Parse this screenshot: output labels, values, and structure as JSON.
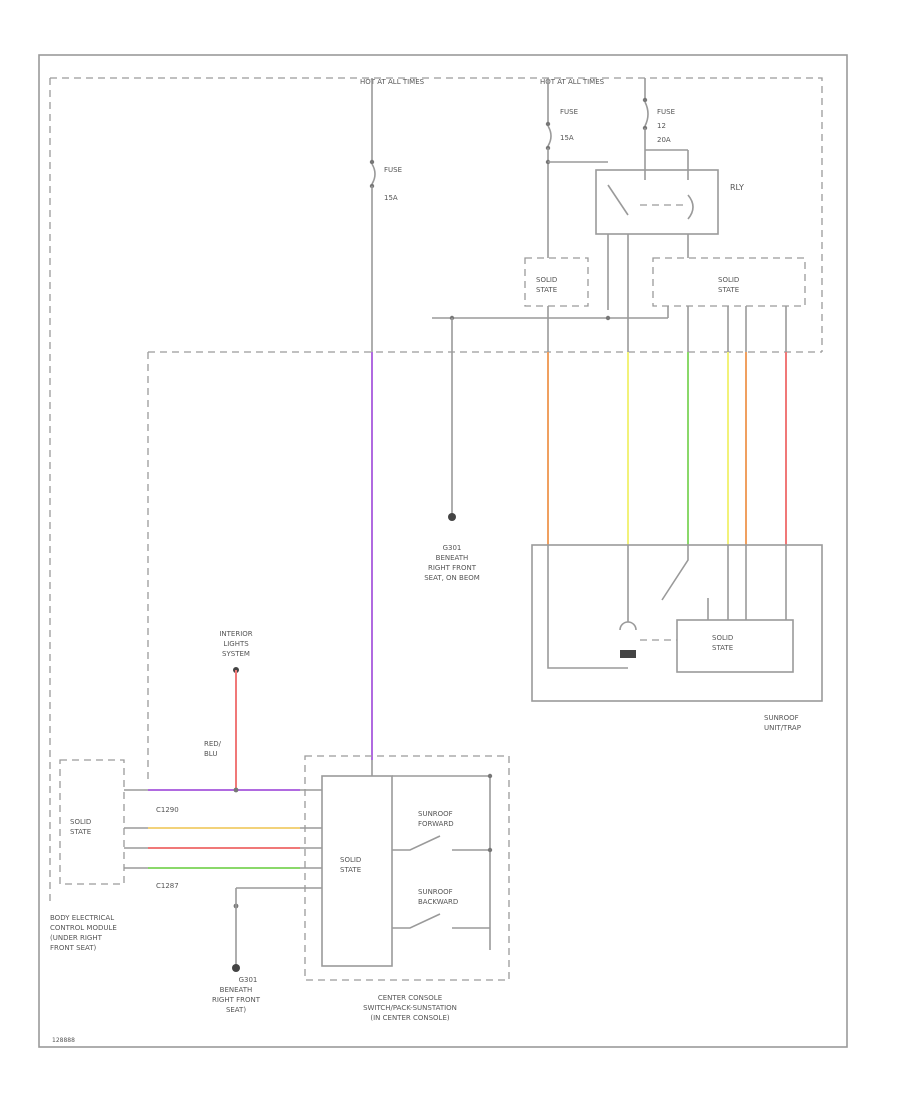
{
  "labels": {
    "hot_all_times_1": "HOT AT ALL TIMES",
    "hot_all_times_2": "HOT AT ALL TIMES",
    "fuse_a": "FUSE",
    "fuse_a_amp": "15A",
    "fuse_b": "FUSE",
    "fuse_b_amp": "15A",
    "fuse_c": "FUSE",
    "fuse_c_num": "12",
    "fuse_c_amp": "20A",
    "relay": "RLY",
    "solid_state_1": "SOLID\nSTATE",
    "solid_state_2": "SOLID\nSTATE",
    "solid_state_3": "SOLID\nSTATE",
    "solid_state_4": "SOLID\nSTATE",
    "solid_state_5": "SOLID\nSTATE",
    "ground_1": "G301\nBENEATH\nRIGHT FRONT\nSEAT, ON BEOM",
    "ground_2": "G301\nBENEATH\nRIGHT FRONT\nSEAT)",
    "interior_lights": "INTERIOR\nLIGHTS\nSYSTEM",
    "red_blu": "RED/\nBLU",
    "c1290": "C1290",
    "c1287": "C1287",
    "bcm": "BODY ELECTRICAL\nCONTROL MODULE\n(UNDER RIGHT\nFRONT SEAT)",
    "center_console": "CENTER CONSOLE\nSWITCH/PACK-SUNSTATION\n(IN CENTER CONSOLE)",
    "sunroof_forward": "SUNROOF\nFORWARD",
    "sunroof_backward": "SUNROOF\nBACKWARD",
    "sunroof_unit": "SUNROOF\nUNIT/TRAP",
    "footer": "128888"
  },
  "wire_colors": {
    "purple": "#b06ae0",
    "orange": "#f0a060",
    "yellow": "#f2f27a",
    "green": "#8ad86a",
    "red": "#f07878",
    "redblu": "#f07878"
  }
}
